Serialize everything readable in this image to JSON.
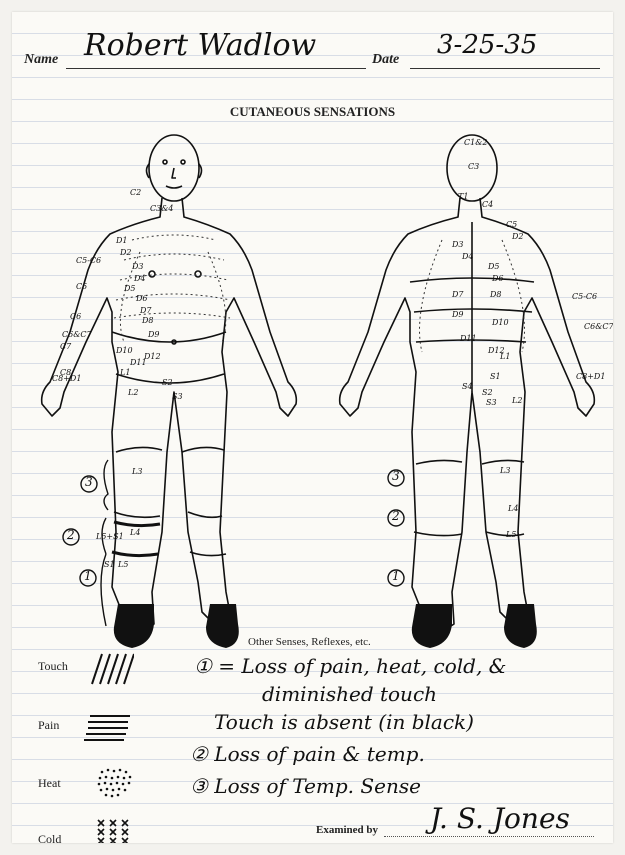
{
  "header": {
    "name_label": "Name",
    "name_value": "Robert Wadlow",
    "date_label": "Date",
    "date_value": "3-25-35"
  },
  "title": "CUTANEOUS SENSATIONS",
  "front_figure": {
    "labels": [
      "C2",
      "C3&4",
      "D1",
      "D2",
      "D3",
      "D4",
      "D5",
      "D6",
      "D7",
      "D8",
      "D9",
      "D10",
      "D11",
      "D12",
      "L1",
      "L2",
      "L3",
      "L4",
      "L5",
      "S1",
      "S2",
      "S3",
      "C5",
      "C6",
      "C7",
      "C8",
      "C5-C6",
      "C6&C7",
      "C8+D1",
      "L5+S1"
    ]
  },
  "back_figure": {
    "labels": [
      "C1&2",
      "C3",
      "T1",
      "C4",
      "C5",
      "D2",
      "D3",
      "D4",
      "D5",
      "D6",
      "D7",
      "D8",
      "D9",
      "D10",
      "D11",
      "D12",
      "L1",
      "L2",
      "L3",
      "L4",
      "L5",
      "S1",
      "S2",
      "S3",
      "S4",
      "C5-C6",
      "C6&C7",
      "C8+D1"
    ]
  },
  "circled_numbers": [
    "3",
    "2",
    "1"
  ],
  "legend": {
    "heading": "Other Senses, Reflexes, etc.",
    "items": [
      {
        "label": "Touch",
        "pattern": "diagonal-hatch"
      },
      {
        "label": "Pain",
        "pattern": "horizontal-lines"
      },
      {
        "label": "Heat",
        "pattern": "dots"
      },
      {
        "label": "Cold",
        "pattern": "crosses"
      }
    ]
  },
  "notes": [
    "① = Loss of pain, heat, cold, &",
    "diminished touch",
    "Touch is absent (in black)",
    "② Loss of pain & temp.",
    "③ Loss of Temp. Sense"
  ],
  "examined_by_label": "Examined by",
  "examined_by_value": "J. S. Jones"
}
